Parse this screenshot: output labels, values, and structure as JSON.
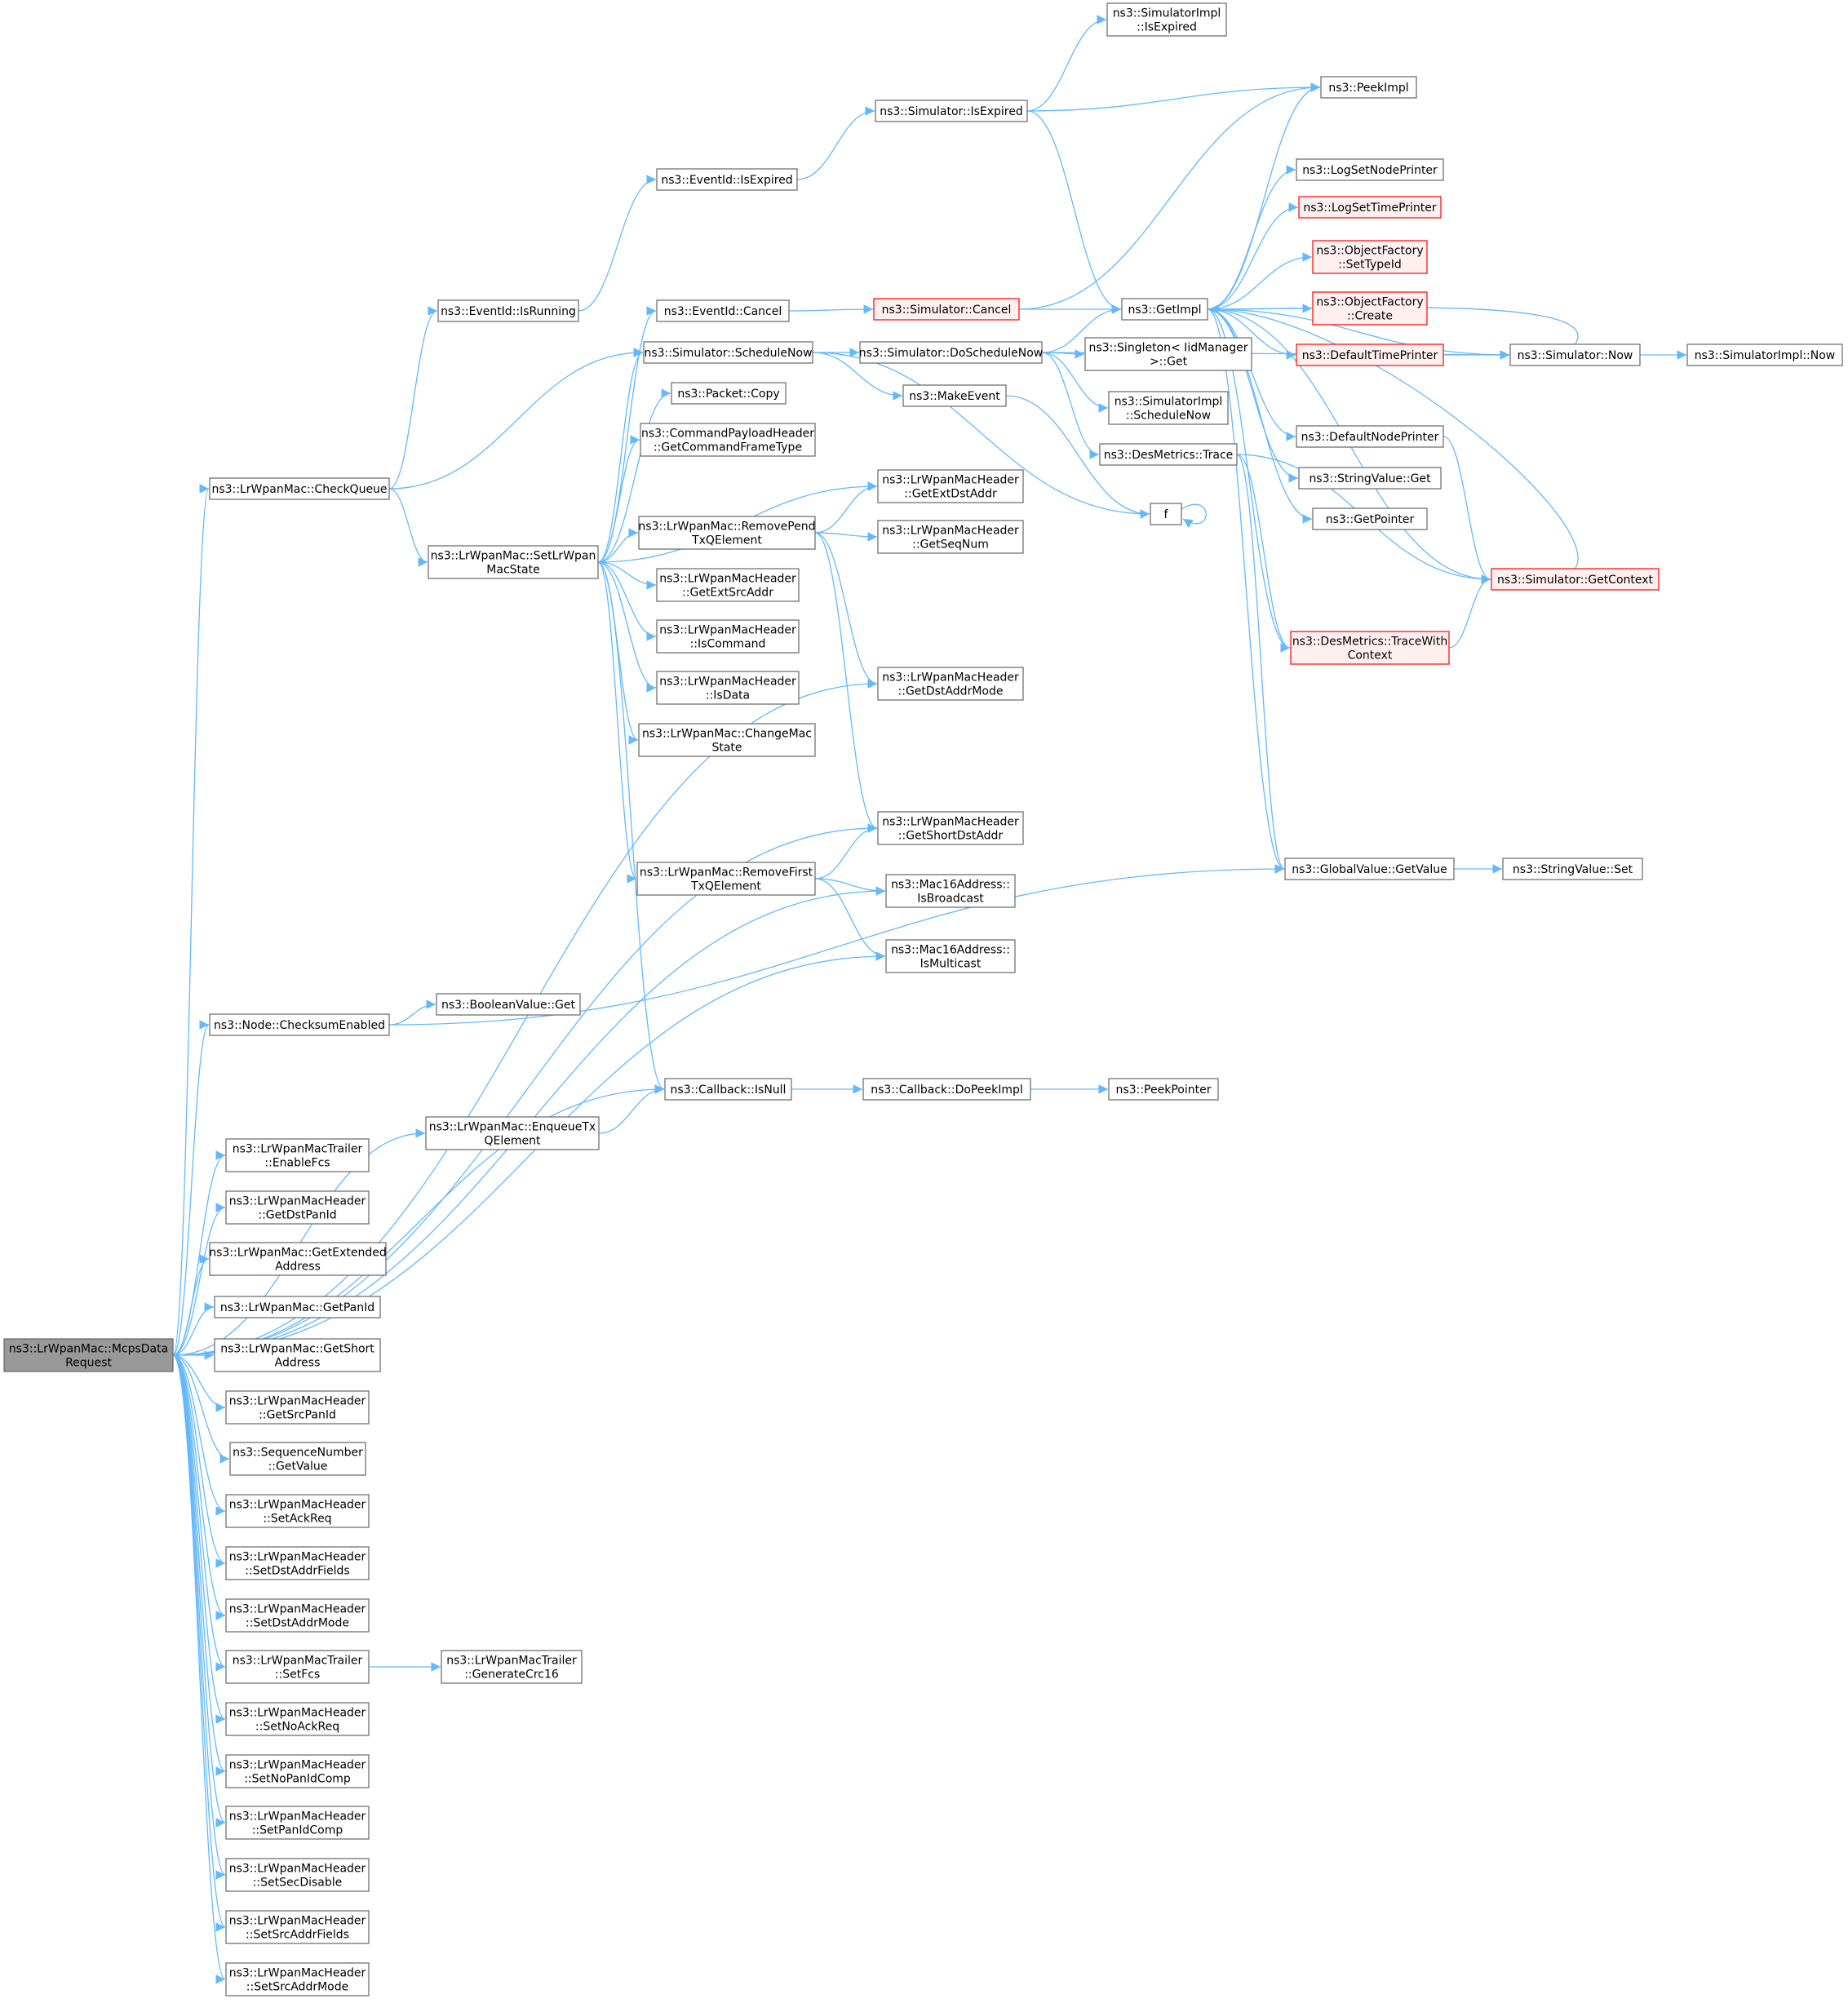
{
  "colors": {
    "edge": "#63b8ff",
    "border": "#666666",
    "red_border": "#ff0000",
    "red_fill": "#fff0f0",
    "root_fill": "#999999",
    "bg": "#ffffff"
  },
  "nodes": [
    {
      "id": "root",
      "lines": [
        "ns3::LrWpanMac::McpsData",
        "Request"
      ],
      "style": "root"
    },
    {
      "id": "checkqueue",
      "lines": [
        "ns3::LrWpanMac::CheckQueue"
      ]
    },
    {
      "id": "evrunning",
      "lines": [
        "ns3::EventId::IsRunning"
      ]
    },
    {
      "id": "evexpired",
      "lines": [
        "ns3::EventId::IsExpired"
      ]
    },
    {
      "id": "simexpired",
      "lines": [
        "ns3::Simulator::IsExpired"
      ]
    },
    {
      "id": "simimplexpired",
      "lines": [
        "ns3::SimulatorImpl",
        "::IsExpired"
      ]
    },
    {
      "id": "peekimpl",
      "lines": [
        "ns3::PeekImpl"
      ]
    },
    {
      "id": "getimpl",
      "lines": [
        "ns3::GetImpl"
      ]
    },
    {
      "id": "logsetnode",
      "lines": [
        "ns3::LogSetNodePrinter"
      ]
    },
    {
      "id": "logsettime",
      "lines": [
        "ns3::LogSetTimePrinter"
      ],
      "style": "red"
    },
    {
      "id": "ofsettypeid",
      "lines": [
        "ns3::ObjectFactory",
        "::SetTypeId"
      ],
      "style": "red"
    },
    {
      "id": "ofcreate",
      "lines": [
        "ns3::ObjectFactory",
        "::Create"
      ],
      "style": "red"
    },
    {
      "id": "deftimeprinter",
      "lines": [
        "ns3::DefaultTimePrinter"
      ],
      "style": "red"
    },
    {
      "id": "simnow",
      "lines": [
        "ns3::Simulator::Now"
      ]
    },
    {
      "id": "simimplnow",
      "lines": [
        "ns3::SimulatorImpl::Now"
      ]
    },
    {
      "id": "defnodeprinter",
      "lines": [
        "ns3::DefaultNodePrinter"
      ]
    },
    {
      "id": "stringget",
      "lines": [
        "ns3::StringValue::Get"
      ]
    },
    {
      "id": "getpointer",
      "lines": [
        "ns3::GetPointer"
      ]
    },
    {
      "id": "simgetcontext",
      "lines": [
        "ns3::Simulator::GetContext"
      ],
      "style": "red"
    },
    {
      "id": "tracewithctx",
      "lines": [
        "ns3::DesMetrics::TraceWith",
        "Context"
      ],
      "style": "red"
    },
    {
      "id": "gvgetvalue",
      "lines": [
        "ns3::GlobalValue::GetValue"
      ]
    },
    {
      "id": "stringset",
      "lines": [
        "ns3::StringValue::Set"
      ]
    },
    {
      "id": "evcancel",
      "lines": [
        "ns3::EventId::Cancel"
      ]
    },
    {
      "id": "simcancel",
      "lines": [
        "ns3::Simulator::Cancel"
      ],
      "style": "red"
    },
    {
      "id": "schednow",
      "lines": [
        "ns3::Simulator::ScheduleNow"
      ]
    },
    {
      "id": "doschednow",
      "lines": [
        "ns3::Simulator::DoScheduleNow"
      ]
    },
    {
      "id": "singletonget",
      "lines": [
        "ns3::Singleton< IidManager",
        ">::Get"
      ]
    },
    {
      "id": "simimplschednow",
      "lines": [
        "ns3::SimulatorImpl",
        "::ScheduleNow"
      ]
    },
    {
      "id": "destrace",
      "lines": [
        "ns3::DesMetrics::Trace"
      ]
    },
    {
      "id": "makeevent",
      "lines": [
        "ns3::MakeEvent"
      ]
    },
    {
      "id": "f",
      "lines": [
        "f"
      ]
    },
    {
      "id": "packetcopy",
      "lines": [
        "ns3::Packet::Copy"
      ]
    },
    {
      "id": "getcmdframetype",
      "lines": [
        "ns3::CommandPayloadHeader",
        "::GetCommandFrameType"
      ]
    },
    {
      "id": "getextdstaddr",
      "lines": [
        "ns3::LrWpanMacHeader",
        "::GetExtDstAddr"
      ]
    },
    {
      "id": "removepend",
      "lines": [
        "ns3::LrWpanMac::RemovePend",
        "TxQElement"
      ]
    },
    {
      "id": "getseqnum",
      "lines": [
        "ns3::LrWpanMacHeader",
        "::GetSeqNum"
      ]
    },
    {
      "id": "setlrwpanstate",
      "lines": [
        "ns3::LrWpanMac::SetLrWpan",
        "MacState"
      ]
    },
    {
      "id": "getextsrcaddr",
      "lines": [
        "ns3::LrWpanMacHeader",
        "::GetExtSrcAddr"
      ]
    },
    {
      "id": "iscommand",
      "lines": [
        "ns3::LrWpanMacHeader",
        "::IsCommand"
      ]
    },
    {
      "id": "isdata",
      "lines": [
        "ns3::LrWpanMacHeader",
        "::IsData"
      ]
    },
    {
      "id": "changemacstate",
      "lines": [
        "ns3::LrWpanMac::ChangeMac",
        "State"
      ]
    },
    {
      "id": "getdstaddrmode",
      "lines": [
        "ns3::LrWpanMacHeader",
        "::GetDstAddrMode"
      ]
    },
    {
      "id": "getshortdstaddr",
      "lines": [
        "ns3::LrWpanMacHeader",
        "::GetShortDstAddr"
      ]
    },
    {
      "id": "removefirst",
      "lines": [
        "ns3::LrWpanMac::RemoveFirst",
        "TxQElement"
      ]
    },
    {
      "id": "isbroadcast",
      "lines": [
        "ns3::Mac16Address::",
        "IsBroadcast"
      ]
    },
    {
      "id": "ismulticast",
      "lines": [
        "ns3::Mac16Address::",
        "IsMulticast"
      ]
    },
    {
      "id": "checksumenabled",
      "lines": [
        "ns3::Node::ChecksumEnabled"
      ]
    },
    {
      "id": "booleanget",
      "lines": [
        "ns3::BooleanValue::Get"
      ]
    },
    {
      "id": "cbisnull",
      "lines": [
        "ns3::Callback::IsNull"
      ]
    },
    {
      "id": "cbdopeek",
      "lines": [
        "ns3::Callback::DoPeekImpl"
      ]
    },
    {
      "id": "peekpointer",
      "lines": [
        "ns3::PeekPointer"
      ]
    },
    {
      "id": "enqueuetx",
      "lines": [
        "ns3::LrWpanMac::EnqueueTx",
        "QElement"
      ]
    },
    {
      "id": "enablefcs",
      "lines": [
        "ns3::LrWpanMacTrailer",
        "::EnableFcs"
      ]
    },
    {
      "id": "getdstpanid",
      "lines": [
        "ns3::LrWpanMacHeader",
        "::GetDstPanId"
      ]
    },
    {
      "id": "getextaddr",
      "lines": [
        "ns3::LrWpanMac::GetExtended",
        "Address"
      ]
    },
    {
      "id": "getpanid",
      "lines": [
        "ns3::LrWpanMac::GetPanId"
      ]
    },
    {
      "id": "getshortaddr",
      "lines": [
        "ns3::LrWpanMac::GetShort",
        "Address"
      ]
    },
    {
      "id": "getsrcpanid",
      "lines": [
        "ns3::LrWpanMacHeader",
        "::GetSrcPanId"
      ]
    },
    {
      "id": "seqgetvalue",
      "lines": [
        "ns3::SequenceNumber",
        "::GetValue"
      ]
    },
    {
      "id": "setackreq",
      "lines": [
        "ns3::LrWpanMacHeader",
        "::SetAckReq"
      ]
    },
    {
      "id": "setdstaddrfields",
      "lines": [
        "ns3::LrWpanMacHeader",
        "::SetDstAddrFields"
      ]
    },
    {
      "id": "setdstaddrmode",
      "lines": [
        "ns3::LrWpanMacHeader",
        "::SetDstAddrMode"
      ]
    },
    {
      "id": "setfcs",
      "lines": [
        "ns3::LrWpanMacTrailer",
        "::SetFcs"
      ]
    },
    {
      "id": "gencrc16",
      "lines": [
        "ns3::LrWpanMacTrailer",
        "::GenerateCrc16"
      ]
    },
    {
      "id": "setnoackreq",
      "lines": [
        "ns3::LrWpanMacHeader",
        "::SetNoAckReq"
      ]
    },
    {
      "id": "setnopanidcomp",
      "lines": [
        "ns3::LrWpanMacHeader",
        "::SetNoPanIdComp"
      ]
    },
    {
      "id": "setpanidcomp",
      "lines": [
        "ns3::LrWpanMacHeader",
        "::SetPanIdComp"
      ]
    },
    {
      "id": "setsecdisable",
      "lines": [
        "ns3::LrWpanMacHeader",
        "::SetSecDisable"
      ]
    },
    {
      "id": "setsrcaddrfields",
      "lines": [
        "ns3::LrWpanMacHeader",
        "::SetSrcAddrFields"
      ]
    },
    {
      "id": "setsrcaddrmode",
      "lines": [
        "ns3::LrWpanMacHeader",
        "::SetSrcAddrMode"
      ]
    }
  ],
  "edges": [
    [
      "root",
      "checkqueue"
    ],
    [
      "root",
      "getdstaddrmode"
    ],
    [
      "root",
      "getshortdstaddr"
    ],
    [
      "root",
      "isbroadcast"
    ],
    [
      "root",
      "ismulticast"
    ],
    [
      "root",
      "checksumenabled"
    ],
    [
      "root",
      "cbisnull"
    ],
    [
      "root",
      "enqueuetx"
    ],
    [
      "root",
      "enablefcs"
    ],
    [
      "root",
      "getdstpanid"
    ],
    [
      "root",
      "getextaddr"
    ],
    [
      "root",
      "getpanid"
    ],
    [
      "root",
      "getshortaddr"
    ],
    [
      "root",
      "getsrcpanid"
    ],
    [
      "root",
      "seqgetvalue"
    ],
    [
      "root",
      "setackreq"
    ],
    [
      "root",
      "setdstaddrfields"
    ],
    [
      "root",
      "setdstaddrmode"
    ],
    [
      "root",
      "setfcs"
    ],
    [
      "root",
      "setnoackreq"
    ],
    [
      "root",
      "setnopanidcomp"
    ],
    [
      "root",
      "setpanidcomp"
    ],
    [
      "root",
      "setsecdisable"
    ],
    [
      "root",
      "setsrcaddrfields"
    ],
    [
      "root",
      "setsrcaddrmode"
    ],
    [
      "checkqueue",
      "evrunning"
    ],
    [
      "checkqueue",
      "schednow"
    ],
    [
      "checkqueue",
      "setlrwpanstate"
    ],
    [
      "evrunning",
      "evexpired"
    ],
    [
      "evexpired",
      "simexpired"
    ],
    [
      "simexpired",
      "simimplexpired"
    ],
    [
      "simexpired",
      "peekimpl"
    ],
    [
      "simexpired",
      "getimpl"
    ],
    [
      "getimpl",
      "peekimpl"
    ],
    [
      "getimpl",
      "logsetnode"
    ],
    [
      "getimpl",
      "logsettime"
    ],
    [
      "getimpl",
      "ofsettypeid"
    ],
    [
      "getimpl",
      "ofcreate"
    ],
    [
      "getimpl",
      "deftimeprinter"
    ],
    [
      "getimpl",
      "simnow"
    ],
    [
      "getimpl",
      "defnodeprinter"
    ],
    [
      "getimpl",
      "stringget"
    ],
    [
      "getimpl",
      "getpointer"
    ],
    [
      "getimpl",
      "simgetcontext"
    ],
    [
      "getimpl",
      "tracewithctx"
    ],
    [
      "getimpl",
      "gvgetvalue"
    ],
    [
      "deftimeprinter",
      "simnow"
    ],
    [
      "simnow",
      "simimplnow"
    ],
    [
      "simnow",
      "getimpl"
    ],
    [
      "defnodeprinter",
      "simgetcontext"
    ],
    [
      "simgetcontext",
      "getimpl"
    ],
    [
      "tracewithctx",
      "simgetcontext"
    ],
    [
      "gvgetvalue",
      "stringset"
    ],
    [
      "setlrwpanstate",
      "evcancel"
    ],
    [
      "setlrwpanstate",
      "schednow"
    ],
    [
      "setlrwpanstate",
      "packetcopy"
    ],
    [
      "setlrwpanstate",
      "getcmdframetype"
    ],
    [
      "setlrwpanstate",
      "getextdstaddr"
    ],
    [
      "setlrwpanstate",
      "removepend"
    ],
    [
      "setlrwpanstate",
      "getextsrcaddr"
    ],
    [
      "setlrwpanstate",
      "iscommand"
    ],
    [
      "setlrwpanstate",
      "isdata"
    ],
    [
      "setlrwpanstate",
      "changemacstate"
    ],
    [
      "setlrwpanstate",
      "removefirst"
    ],
    [
      "setlrwpanstate",
      "cbisnull"
    ],
    [
      "evcancel",
      "simcancel"
    ],
    [
      "simcancel",
      "peekimpl"
    ],
    [
      "simcancel",
      "getimpl"
    ],
    [
      "schednow",
      "doschednow"
    ],
    [
      "schednow",
      "makeevent"
    ],
    [
      "schednow",
      "f"
    ],
    [
      "doschednow",
      "getimpl"
    ],
    [
      "doschednow",
      "simnow"
    ],
    [
      "doschednow",
      "singletonget"
    ],
    [
      "doschednow",
      "simimplschednow"
    ],
    [
      "doschednow",
      "destrace"
    ],
    [
      "destrace",
      "simgetcontext"
    ],
    [
      "destrace",
      "tracewithctx"
    ],
    [
      "destrace",
      "gvgetvalue"
    ],
    [
      "makeevent",
      "f"
    ],
    [
      "f",
      "f"
    ],
    [
      "removepend",
      "getextdstaddr"
    ],
    [
      "removepend",
      "getseqnum"
    ],
    [
      "removepend",
      "getdstaddrmode"
    ],
    [
      "removepend",
      "getshortdstaddr"
    ],
    [
      "removefirst",
      "getshortdstaddr"
    ],
    [
      "removefirst",
      "isbroadcast"
    ],
    [
      "removefirst",
      "ismulticast"
    ],
    [
      "checksumenabled",
      "booleanget"
    ],
    [
      "checksumenabled",
      "gvgetvalue"
    ],
    [
      "cbisnull",
      "cbdopeek"
    ],
    [
      "cbdopeek",
      "peekpointer"
    ],
    [
      "enqueuetx",
      "cbisnull"
    ],
    [
      "setfcs",
      "gencrc16"
    ]
  ]
}
